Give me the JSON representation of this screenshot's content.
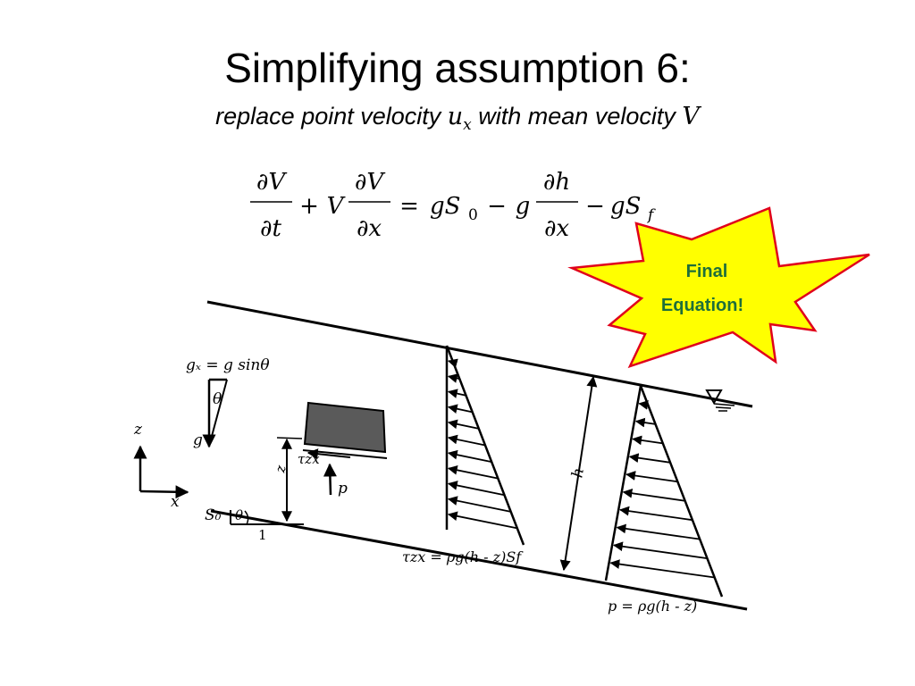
{
  "slide": {
    "title": "Simplifying assumption 6:",
    "subtitle": {
      "prefix": "replace point velocity ",
      "u_var": "u",
      "u_sub": "x",
      "middle": " with mean velocity ",
      "v_var": "V"
    }
  },
  "equation": {
    "term1_num": "∂V",
    "term1_den": "∂t",
    "plus": "+",
    "coef_v": "V",
    "term2_num": "∂V",
    "term2_den": "∂x",
    "equals": "=",
    "g1": "gS",
    "g1_sub": "0",
    "minus1": "−",
    "g2": "g",
    "term3_num": "∂h",
    "term3_den": "∂x",
    "minus2": "−",
    "g3": "gS",
    "g3_sub": "f"
  },
  "callout": {
    "line1": "Final",
    "line2": "Equation!",
    "fill": "#FFFF00",
    "stroke": "#E0001B",
    "text_color": "#1E6E3A"
  },
  "diagram": {
    "gx_label": "gₓ = g sinθ",
    "theta_label": "θ",
    "g_label": "g",
    "z_axis_label": "z",
    "x_axis_label": "x",
    "so_label": "S₀",
    "slope_theta": "θ",
    "slope_one": "1",
    "z_height_label": "z",
    "tau_label": "τzx",
    "p_label": "p",
    "h_label": "h",
    "tau_formula": "τzx = ρg(h - z)Sf",
    "p_formula": "p = ρg(h - z)"
  }
}
